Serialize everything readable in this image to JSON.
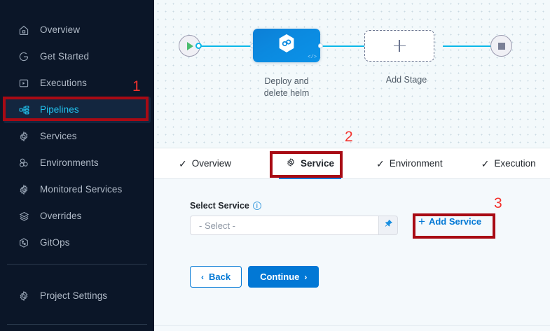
{
  "sidebar": {
    "items": [
      {
        "label": "Overview",
        "icon": "home-icon",
        "active": false
      },
      {
        "label": "Get Started",
        "icon": "get-started-icon",
        "active": false
      },
      {
        "label": "Executions",
        "icon": "executions-icon",
        "active": false
      },
      {
        "label": "Pipelines",
        "icon": "pipelines-icon",
        "active": true
      },
      {
        "label": "Services",
        "icon": "gear-icon",
        "active": false
      },
      {
        "label": "Environments",
        "icon": "environments-icon",
        "active": false
      },
      {
        "label": "Monitored Services",
        "icon": "monitored-services-icon",
        "active": false
      },
      {
        "label": "Overrides",
        "icon": "layers-icon",
        "active": false
      },
      {
        "label": "GitOps",
        "icon": "gitops-icon",
        "active": false
      }
    ],
    "settings": {
      "label": "Project Settings",
      "icon": "gear-icon"
    },
    "active_color": "#22c4f0",
    "background": "#0b1628"
  },
  "canvas": {
    "start_node": {
      "icon": "play-icon"
    },
    "end_node": {
      "icon": "stop-icon"
    },
    "stage": {
      "label_line1": "Deploy and",
      "label_line2": "delete helm",
      "icon": "harness-cd-hexagon-icon",
      "code_glyph": "</>",
      "color": "#0b8ae0"
    },
    "add_stage": {
      "label": "Add Stage",
      "icon": "plus-icon"
    },
    "wire_color": "#0bb8e8"
  },
  "tabs": [
    {
      "label": "Overview",
      "icon": "check-icon",
      "active": false
    },
    {
      "label": "Service",
      "icon": "service-gear-icon",
      "active": true
    },
    {
      "label": "Environment",
      "icon": "check-icon",
      "active": false
    },
    {
      "label": "Execution",
      "icon": "check-icon",
      "active": false
    }
  ],
  "form": {
    "select_service_label": "Select Service",
    "info_icon": "info-icon",
    "select_placeholder": "- Select -",
    "pin_icon": "pin-icon",
    "add_service_label": "Add Service",
    "add_service_plus": "+",
    "back_label": "Back",
    "back_chevron": "‹",
    "continue_label": "Continue",
    "continue_chevron": "›"
  },
  "annotations": [
    {
      "number": "1",
      "target": "sidebar-item-pipelines"
    },
    {
      "number": "2",
      "target": "tab-service"
    },
    {
      "number": "3",
      "target": "add-service-button"
    }
  ],
  "colors": {
    "annotation_box": "#a80a14",
    "annotation_number": "#f3322d",
    "primary_blue": "#0278d5",
    "panel_background": "#f4f9fc"
  }
}
